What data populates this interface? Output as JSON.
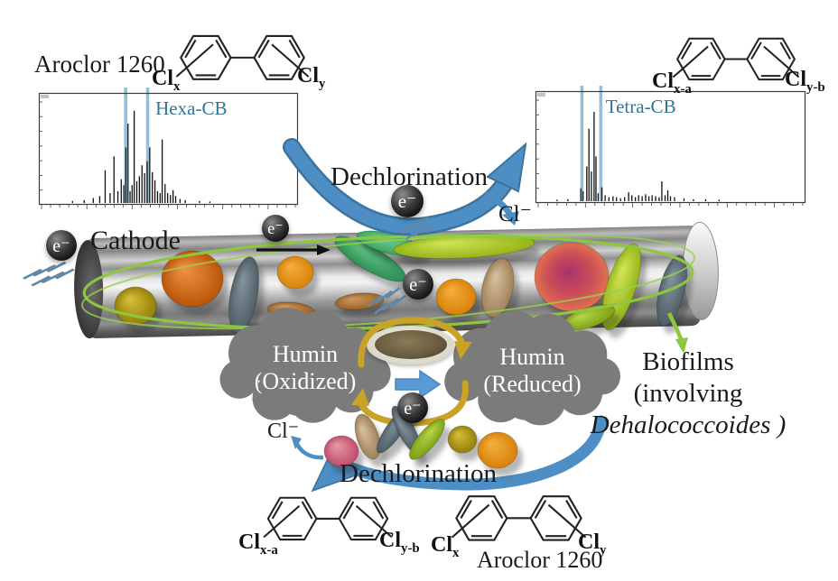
{
  "figure": {
    "top_left": {
      "cl_x": {
        "main": "Cl",
        "sub": "x"
      },
      "cl_y": {
        "main": "Cl",
        "sub": "y"
      }
    },
    "top_right": {
      "cl_xa": {
        "main": "Cl",
        "sub": "x-a"
      },
      "cl_yb": {
        "main": "Cl",
        "sub": "y-b"
      }
    },
    "top_reaction": {
      "dechlorination": "Dechlorination",
      "electron": "e⁻",
      "chloride": "Cl⁻"
    },
    "electrode": {
      "cathode": "Cathode",
      "electron_left": "e⁻",
      "electron_top": "e⁻",
      "electron_mid": "e⁻"
    },
    "biofilm_label": {
      "line1": "Biofilms",
      "line2": "(involving",
      "line3": "Dehalococcoides )"
    },
    "humin_cycle": {
      "left_cloud_line1": "Humin",
      "left_cloud_line2": "(Oxidized)",
      "right_cloud_line1": "Humin",
      "right_cloud_line2": "(Reduced)",
      "electron": "e⁻"
    },
    "bottom_reaction": {
      "dechlorination": "Dechlorination",
      "chloride": "Cl⁻"
    },
    "bottom_left_structure": {
      "cl_left": {
        "main": "Cl",
        "sub": "x-a"
      },
      "cl_right": {
        "main": "Cl",
        "sub": "y-b"
      }
    },
    "bottom_right_structure": {
      "caption": "Aroclor 1260",
      "cl_left": {
        "main": "Cl",
        "sub": "x"
      },
      "cl_right": {
        "main": "Cl",
        "sub": "y"
      }
    }
  },
  "colors": {
    "arrow_blue": "#4d8fc4",
    "band_blue": "#8fb6d2",
    "annotation_blue": "#2e7599",
    "loop_green": "#8dc63f",
    "cycle_gold": "#c9a227",
    "cloud_gray": "#7b7b79"
  },
  "chart_data": [
    {
      "type": "line",
      "title": "Aroclor 1260",
      "annotation": "Hexa-CB",
      "annotation_x": 0.45,
      "highlight_band_x": [
        0.335,
        0.42
      ],
      "xlabel": "",
      "ylabel": "",
      "x_range": [
        0,
        1
      ],
      "y_range": [
        0,
        1
      ],
      "peaks": [
        [
          0.13,
          0.02
        ],
        [
          0.175,
          0.03
        ],
        [
          0.21,
          0.05
        ],
        [
          0.235,
          0.07
        ],
        [
          0.256,
          0.33
        ],
        [
          0.275,
          0.1
        ],
        [
          0.29,
          0.47
        ],
        [
          0.305,
          0.12
        ],
        [
          0.318,
          0.24
        ],
        [
          0.328,
          0.18
        ],
        [
          0.336,
          0.56
        ],
        [
          0.344,
          0.8
        ],
        [
          0.352,
          0.12
        ],
        [
          0.36,
          0.18
        ],
        [
          0.368,
          0.93
        ],
        [
          0.378,
          0.22
        ],
        [
          0.388,
          0.27
        ],
        [
          0.398,
          0.38
        ],
        [
          0.408,
          0.3
        ],
        [
          0.418,
          0.42
        ],
        [
          0.428,
          0.56
        ],
        [
          0.438,
          0.31
        ],
        [
          0.448,
          0.23
        ],
        [
          0.458,
          0.12
        ],
        [
          0.468,
          0.1
        ],
        [
          0.476,
          0.64
        ],
        [
          0.487,
          0.19
        ],
        [
          0.497,
          0.1
        ],
        [
          0.508,
          0.08
        ],
        [
          0.518,
          0.13
        ],
        [
          0.528,
          0.07
        ],
        [
          0.545,
          0.04
        ],
        [
          0.565,
          0.03
        ],
        [
          0.62,
          0.02
        ],
        [
          0.66,
          0.015
        ]
      ]
    },
    {
      "type": "line",
      "title": "",
      "annotation": "Tetra-CB",
      "annotation_x": 0.26,
      "highlight_band_x": [
        0.172,
        0.242
      ],
      "xlabel": "",
      "ylabel": "",
      "x_range": [
        0,
        1
      ],
      "y_range": [
        0,
        1
      ],
      "peaks": [
        [
          0.08,
          0.015
        ],
        [
          0.12,
          0.02
        ],
        [
          0.168,
          0.13
        ],
        [
          0.176,
          0.1
        ],
        [
          0.19,
          0.35
        ],
        [
          0.198,
          0.73
        ],
        [
          0.207,
          0.3
        ],
        [
          0.217,
          0.9
        ],
        [
          0.224,
          0.45
        ],
        [
          0.232,
          0.08
        ],
        [
          0.246,
          0.14
        ],
        [
          0.258,
          0.06
        ],
        [
          0.272,
          0.04
        ],
        [
          0.287,
          0.05
        ],
        [
          0.3,
          0.04
        ],
        [
          0.315,
          0.03
        ],
        [
          0.33,
          0.04
        ],
        [
          0.345,
          0.09
        ],
        [
          0.357,
          0.06
        ],
        [
          0.37,
          0.04
        ],
        [
          0.382,
          0.06
        ],
        [
          0.395,
          0.05
        ],
        [
          0.408,
          0.07
        ],
        [
          0.42,
          0.05
        ],
        [
          0.432,
          0.06
        ],
        [
          0.445,
          0.05
        ],
        [
          0.458,
          0.04
        ],
        [
          0.468,
          0.2
        ],
        [
          0.48,
          0.06
        ],
        [
          0.49,
          0.11
        ],
        [
          0.5,
          0.05
        ],
        [
          0.515,
          0.04
        ],
        [
          0.55,
          0.03
        ],
        [
          0.585,
          0.02
        ],
        [
          0.63,
          0.02
        ],
        [
          0.68,
          0.015
        ]
      ]
    }
  ]
}
